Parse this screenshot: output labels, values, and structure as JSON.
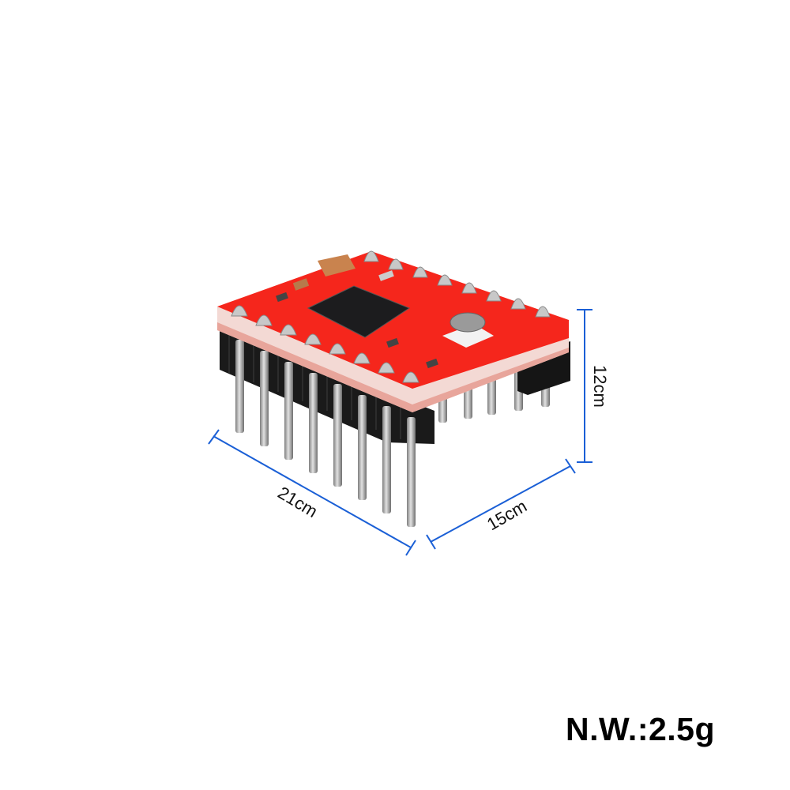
{
  "product": {
    "name_visible": "",
    "board_color": "#f5261c",
    "header_color": "#151515",
    "pin_color": "#b8b8b8",
    "chip_color": "#1c1c1e"
  },
  "dimensions": {
    "length_label": "21cm",
    "width_label": "15cm",
    "height_label": "12cm",
    "line_color": "#1a5fd6"
  },
  "net_weight_label": "N.W.:2.5g"
}
